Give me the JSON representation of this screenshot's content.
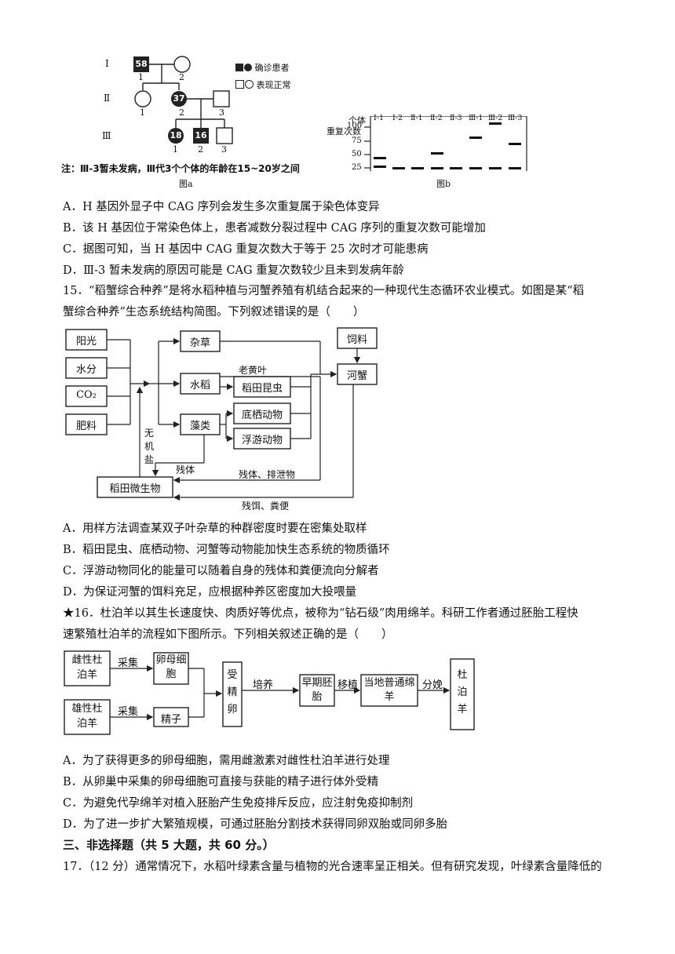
{
  "fig_a": {
    "gen_labels": [
      "Ⅰ",
      "Ⅱ",
      "Ⅲ"
    ],
    "i1_age": "58",
    "ii2_age": "37",
    "iii1_age": "18",
    "iii2_age": "16",
    "idx_i": [
      "1",
      "2"
    ],
    "idx_ii": [
      "1",
      "2",
      "3"
    ],
    "idx_iii": [
      "1",
      "2",
      "3"
    ],
    "legend_affected": "确诊患者",
    "legend_normal": "表现正常",
    "note": "注：Ⅲ-3暂未发病，Ⅲ代3个个体的年龄在15~20岁之间",
    "caption": "图a"
  },
  "fig_b": {
    "header": "个体",
    "individuals": [
      "Ⅰ-1",
      "Ⅰ-2",
      "Ⅱ-1",
      "Ⅱ-2",
      "Ⅱ-3",
      "Ⅲ-1",
      "Ⅲ-2",
      "Ⅲ-3"
    ],
    "ylabel": "重复次数",
    "ticks": [
      "100",
      "75",
      "50",
      "25"
    ],
    "caption": "图b"
  },
  "q14_options": [
    "A．H 基因外显子中 CAG 序列会发生多次重复属于染色体变异",
    "B．该 H 基因位于常染色体上，患者减数分裂过程中 CAG 序列的重复次数可能增加",
    "C．据图可知，当 H 基因中 CAG 重复次数大于等于 25 次时才可能患病",
    "D．Ⅲ-3 暂未发病的原因可能是 CAG 重复次数较少且未到发病年龄"
  ],
  "q15": {
    "line1": "15．“稻蟹综合种养”是将水稻种植与河蟹养殖有机结合起来的一种现代生态循环农业模式。如图是某“稻",
    "line2": "蟹综合种养”生态系统结构简图。下列叙述错误的是（　　）",
    "diagram": {
      "inputs": [
        "阳光",
        "水分",
        "CO₂",
        "肥料"
      ],
      "producers": [
        "杂草",
        "水稻",
        "藻类"
      ],
      "consumers": [
        "稻田昆虫",
        "底栖动物",
        "浮游动物"
      ],
      "feed": "饲料",
      "crab": "河蟹",
      "micro": "稻田微生物",
      "lbl_leaves": "老黄叶",
      "lbl_inorganic": "无机盐",
      "lbl_residue": "残体",
      "lbl_residue_excreta": "残体、排泄物",
      "lbl_bait_feces": "残饵、粪便"
    },
    "options": [
      "A．用样方法调查某双子叶杂草的种群密度时要在密集处取样",
      "B．稻田昆虫、底栖动物、河蟹等动物能加快生态系统的物质循环",
      "C．浮游动物同化的能量可以随着自身的残体和粪便流向分解者",
      "D．为保证河蟹的饵料充足，应根据种养区密度加大投喂量"
    ]
  },
  "q16": {
    "line1": "★16．杜泊羊以其生长速度快、肉质好等优点，被称为“钻石级”肉用绵羊。科研工作者通过胚胎工程快",
    "line2": "速繁殖杜泊羊的流程如下图所示。下列相关叙述正确的是（　　）",
    "diagram": {
      "female": "雌性杜泊羊",
      "male": "雄性杜泊羊",
      "collect": "采集",
      "egg": "卵母细胞",
      "sperm": "精子",
      "zygote": "受精卵",
      "culture": "培养",
      "embryo": "早期胚胎",
      "transfer": "移植",
      "surrogate": "当地普通绵羊",
      "birth": "分娩",
      "result": "杜泊羊"
    },
    "options": [
      "A．为了获得更多的卵母细胞，需用雌激素对雌性杜泊羊进行处理",
      "B．从卵巢中采集的卵母细胞可直接与获能的精子进行体外受精",
      "C．为避免代孕绵羊对植入胚胎产生免疫排斥反应，应注射免疫抑制剂",
      "D．为了进一步扩大繁殖规模，可通过胚胎分割技术获得同卵双胎或同卵多胎"
    ]
  },
  "section3": "三、非选择题（共 5 大题，共 60 分。）",
  "q17": "17．（12 分）通常情况下，水稻叶绿素含量与植物的光合速率呈正相关。但有研究发现，叶绿素含量降低的"
}
